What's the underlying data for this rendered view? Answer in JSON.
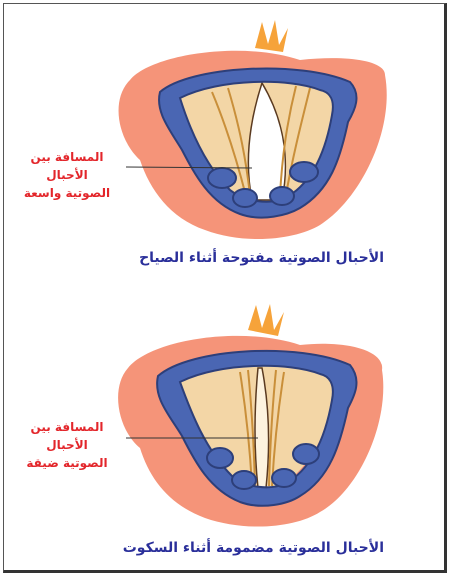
{
  "figure": {
    "panels": [
      {
        "state": "open",
        "label_lines": [
          "المسافة بين الأحبال",
          "الصوتية واسعة"
        ],
        "caption": "الأحبال الصوتية مفتوحة أثناء الصياح"
      },
      {
        "state": "closed",
        "label_lines": [
          "المسافة بين الأحبال",
          "الصوتية ضيقة"
        ],
        "caption": "الأحبال الصوتية مضمومة أثناء السكوت"
      }
    ],
    "colors": {
      "tissue": "#f59479",
      "ring": "#4a66b3",
      "ring_dark": "#2d3f7a",
      "cords": "#f3d6a6",
      "cord_lines": "#c98f3a",
      "label": "#e3262b",
      "caption": "#2a2f9a"
    }
  }
}
